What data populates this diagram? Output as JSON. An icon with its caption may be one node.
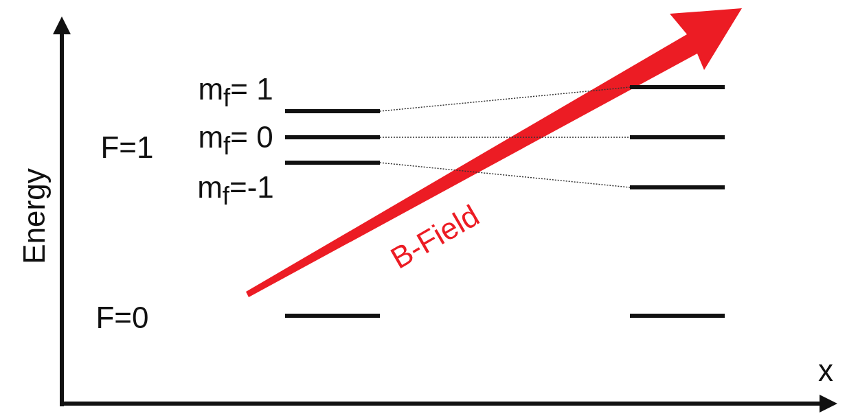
{
  "diagram": {
    "nodes": [
      {
        "text": [],
        "shape": "bar"
      },
      {
        "text": [],
        "shape": "bar"
      },
      {
        "text": [],
        "shape": "bar"
      },
      {
        "text": [],
        "shape": "bar"
      },
      {
        "text": [],
        "shape": "bar"
      },
      {
        "text": [],
        "shape": "bar"
      },
      {
        "text": [],
        "shape": "bar"
      },
      {
        "text": [],
        "shape": "bar"
      }
    ],
    "edges": [
      {
        "from": 0,
        "to": 4,
        "arrow": "none",
        "style": "dashed"
      },
      {
        "from": 1,
        "to": 5,
        "arrow": "none",
        "style": "dashed"
      },
      {
        "from": 2,
        "to": 6,
        "arrow": "none",
        "style": "dashed"
      }
    ],
    "labels": [
      "m$_{f}$= 1",
      "F=1",
      "m$_{f}$= 0",
      "m$_{f}$=-1",
      "B-Field",
      "Energy",
      "F=0",
      "x"
    ]
  }
}
